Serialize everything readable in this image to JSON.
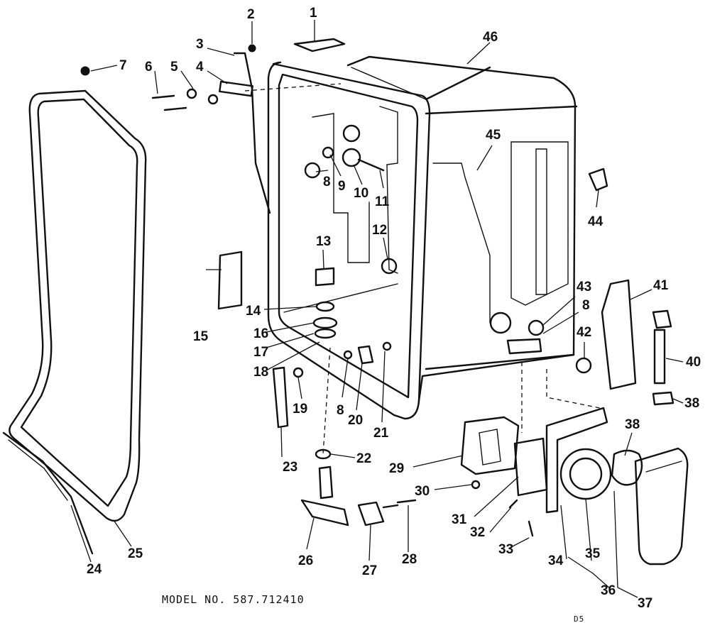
{
  "diagram": {
    "model_label": "MODEL NO. 587.712410",
    "page_mark": "D5",
    "callouts": [
      "1",
      "2",
      "3",
      "4",
      "5",
      "6",
      "7",
      "8",
      "9",
      "10",
      "11",
      "12",
      "13",
      "14",
      "15",
      "16",
      "17",
      "18",
      "8",
      "19",
      "20",
      "21",
      "22",
      "23",
      "24",
      "25",
      "26",
      "27",
      "28",
      "29",
      "30",
      "31",
      "32",
      "33",
      "34",
      "35",
      "36",
      "37",
      "38",
      "38",
      "40",
      "41",
      "42",
      "43",
      "8",
      "44",
      "45",
      "46"
    ]
  }
}
